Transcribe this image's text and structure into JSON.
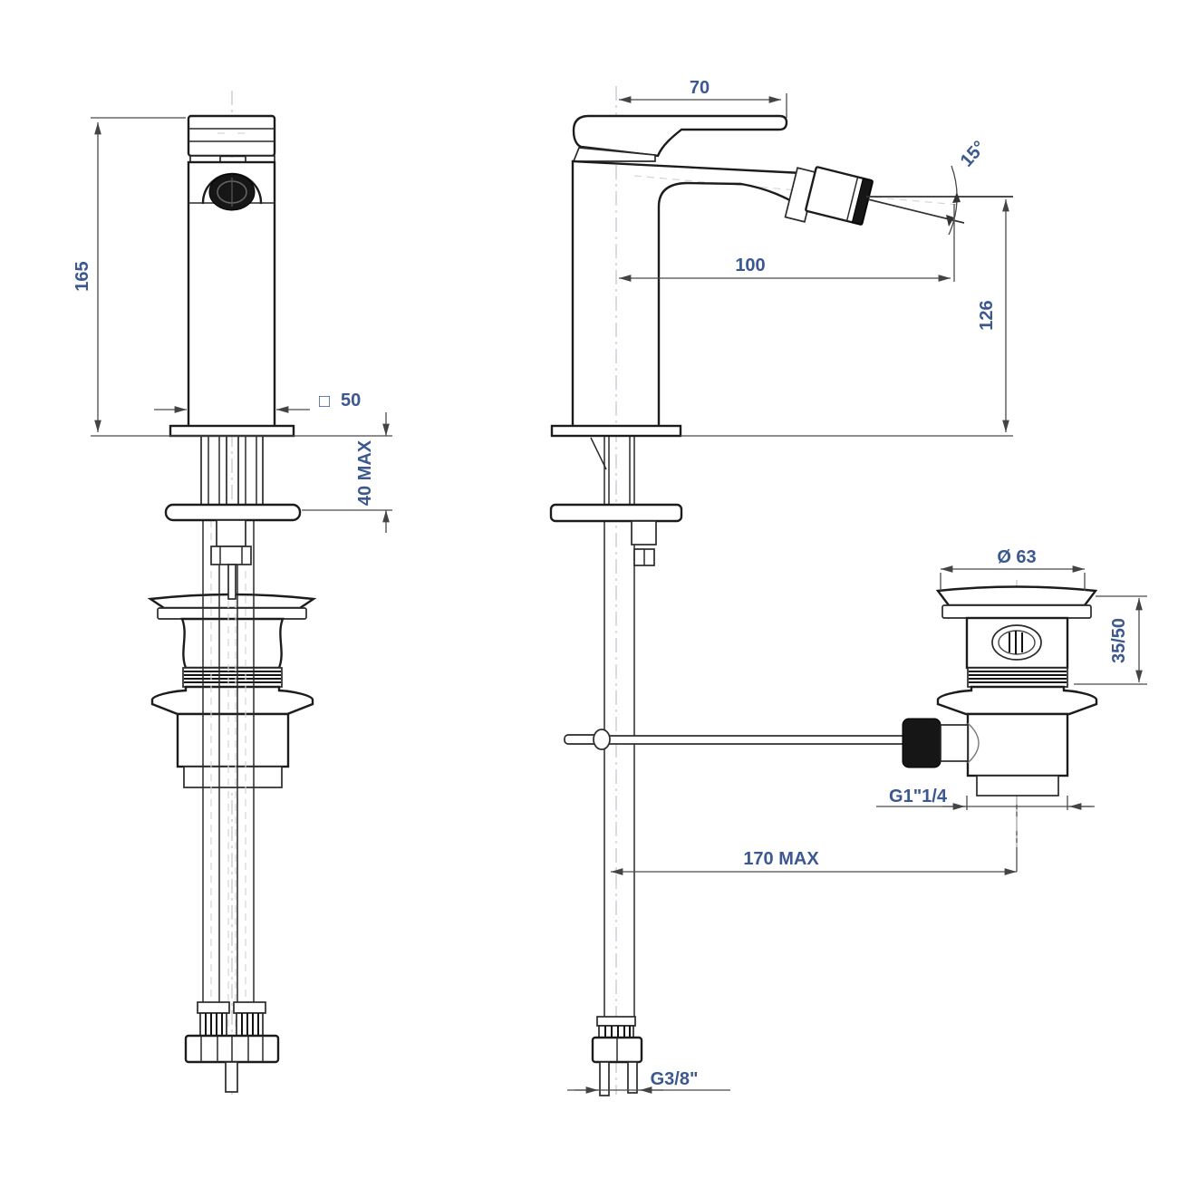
{
  "colors": {
    "object_line": "#1c1c1c",
    "dimension_line": "#4a4a4a",
    "dimension_text": "#3c5890",
    "centerline": "#b9c0c9"
  },
  "front_view": {
    "height": "165",
    "square_symbol": "□",
    "square_size": "50",
    "deck_thickness_max": "40 MAX"
  },
  "side_view": {
    "handle_reach": "70",
    "spout_angle": "15°",
    "spout_reach": "100",
    "spout_height": "126",
    "rod_reach_max": "170 MAX",
    "supply_thread": "G3/8\""
  },
  "drain_detail": {
    "flange_diameter": "Ø 63",
    "deck_range": "35/50",
    "waste_thread": "G1\"1/4"
  }
}
